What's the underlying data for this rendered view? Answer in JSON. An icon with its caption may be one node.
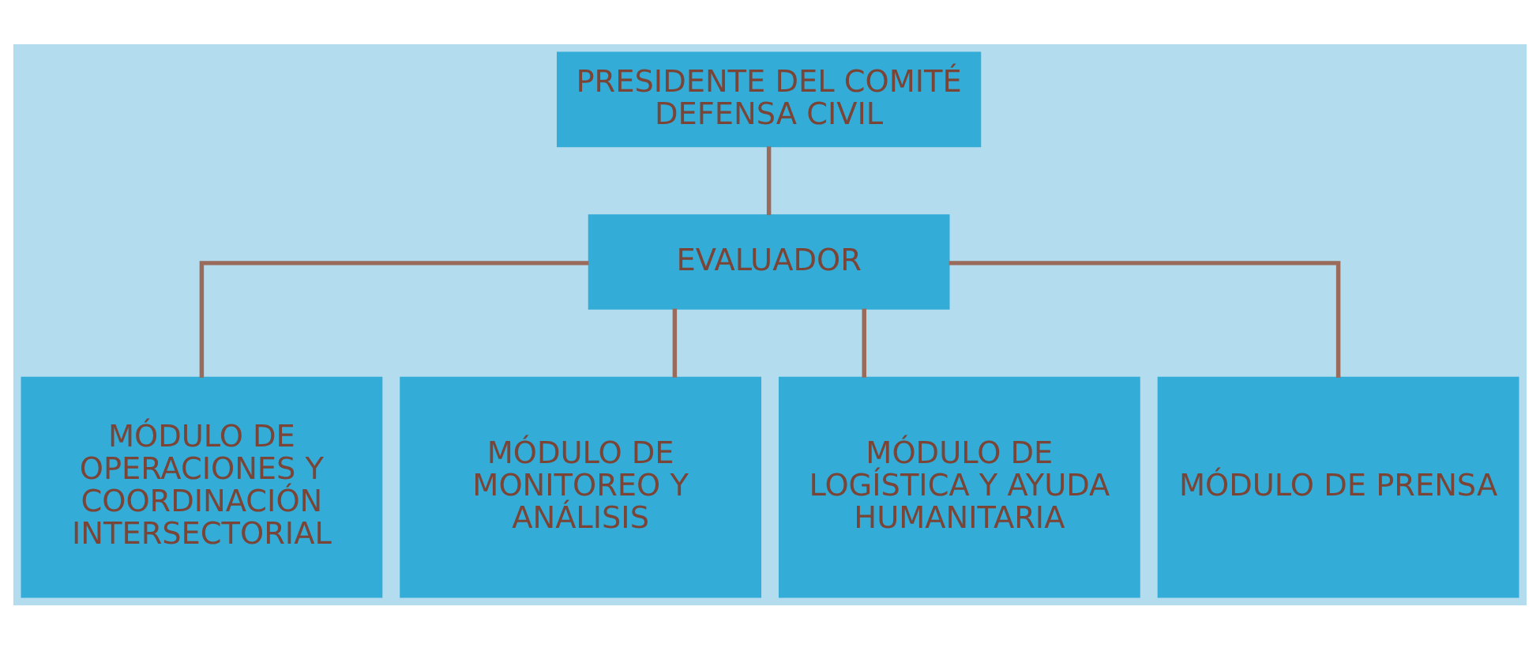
{
  "diagram": {
    "nodes": [
      {
        "text": [
          "PRESIDENTE DEL COMITÉ DEFENSA CIVIL"
        ]
      },
      {
        "text": [
          "EVALUADOR"
        ]
      },
      {
        "text": [
          "MÓDULO DE OPERACIONES Y COORDINACIÓN INTERSECTORIAL"
        ]
      },
      {
        "text": [
          "MÓDULO DE MONITOREO Y ANÁLISIS"
        ]
      },
      {
        "text": [
          "MÓDULO DE LOGÍSTICA Y AYUDA HUMANITARIA"
        ]
      },
      {
        "text": [
          "MÓDULO DE PRENSA"
        ]
      }
    ],
    "edges": [
      {
        "from": 0,
        "to": 1,
        "arrow": "none"
      },
      {
        "from": 1,
        "to": 2,
        "arrow": "none"
      },
      {
        "from": 1,
        "to": 3,
        "arrow": "none"
      },
      {
        "from": 1,
        "to": 4,
        "arrow": "none"
      },
      {
        "from": 1,
        "to": 5,
        "arrow": "none"
      }
    ]
  }
}
